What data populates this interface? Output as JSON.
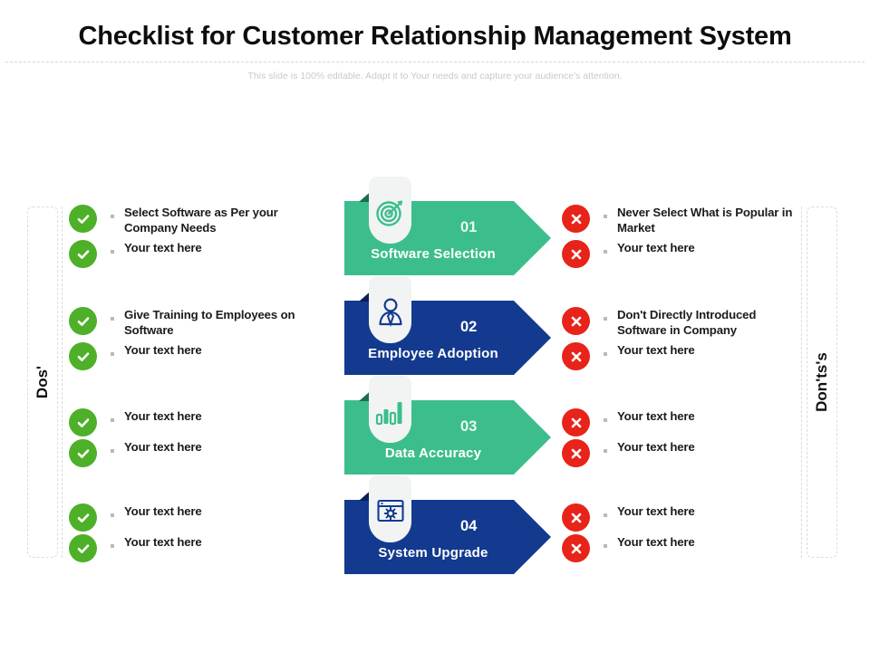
{
  "header": {
    "title": "Checklist for Customer Relationship Management System",
    "subtitle": "This slide is 100% editable. Adapt it to Your needs and capture your audience's attention."
  },
  "colors": {
    "green_check": "#4eb029",
    "red_cross": "#e8231a",
    "banner_green": "#3cbe8c",
    "banner_blue": "#133a8f",
    "title": "#0d0d0d",
    "subtitle": "#c9c9c9",
    "dashed_border": "#dcdcdc"
  },
  "left_panel": {
    "label": "Dos'",
    "icon": "check-circle-icon",
    "items": [
      {
        "text": "Select Software as Per your Company Needs"
      },
      {
        "text": "Your text here"
      },
      {
        "text": "Give Training to Employees on Software"
      },
      {
        "text": "Your text here"
      },
      {
        "text": "Your text here"
      },
      {
        "text": "Your text here"
      },
      {
        "text": "Your text here"
      },
      {
        "text": "Your text here"
      }
    ]
  },
  "right_panel": {
    "label": "Don'ts's",
    "icon": "cross-circle-icon",
    "items": [
      {
        "text": "Never Select What is Popular in Market"
      },
      {
        "text": "Your text here"
      },
      {
        "text": "Don't Directly Introduced Software in Company"
      },
      {
        "text": "Your text here"
      },
      {
        "text": "Your text here"
      },
      {
        "text": "Your text here"
      },
      {
        "text": "Your text here"
      },
      {
        "text": "Your text here"
      }
    ]
  },
  "banners": [
    {
      "number": "01",
      "label": "Software Selection",
      "icon": "target-dartboard-icon",
      "color": "green"
    },
    {
      "number": "02",
      "label": "Employee Adoption",
      "icon": "person-user-icon",
      "color": "blue"
    },
    {
      "number": "03",
      "label": "Data Accuracy",
      "icon": "bar-chart-icon",
      "color": "green"
    },
    {
      "number": "04",
      "label": "System Upgrade",
      "icon": "window-gear-settings-icon",
      "color": "blue"
    }
  ]
}
